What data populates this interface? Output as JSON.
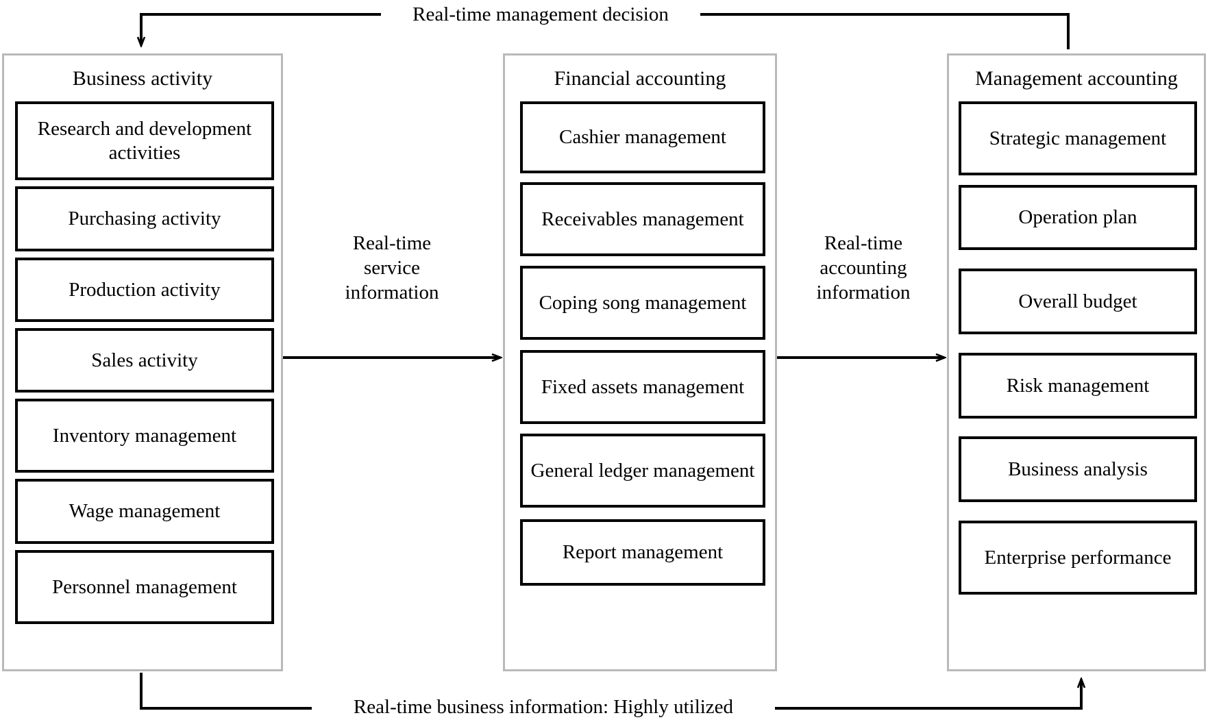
{
  "diagram": {
    "title_top_label": "Real-time management decision",
    "bottom_label": "Real-time business information: Highly utilized",
    "columns": [
      {
        "id": "business-activity",
        "title": "Business activity",
        "items": [
          "Research and development activities",
          "Purchasing activity",
          "Production activity",
          "Sales activity",
          "Inventory management",
          "Wage management",
          "Personnel management"
        ]
      },
      {
        "id": "financial-accounting",
        "title": "Financial accounting",
        "items": [
          "Cashier management",
          "Receivables management",
          "Coping song management",
          "Fixed assets management",
          "General ledger management",
          "Report management"
        ]
      },
      {
        "id": "management-accounting",
        "title": "Management accounting",
        "items": [
          "Strategic management",
          "Operation plan",
          "Overall budget",
          "Risk management",
          "Business analysis",
          "Enterprise performance"
        ]
      }
    ],
    "edge_labels": [
      "Real-time\nservice\ninformation",
      "Real-time\naccounting\ninformation"
    ],
    "colors": {
      "line": "#000000",
      "panel_border": "#b9b9b9",
      "item_border": "#000000",
      "background": "#ffffff",
      "text": "#000000"
    }
  }
}
